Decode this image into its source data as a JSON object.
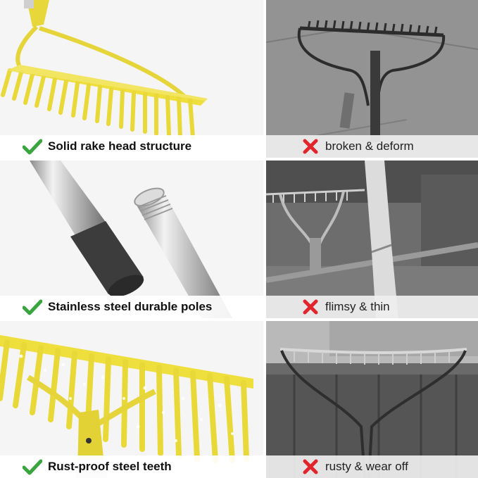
{
  "panels": [
    {
      "pros_caption": "Solid rake head structure",
      "cons_caption": "broken & deform"
    },
    {
      "pros_caption": "Stainless steel durable poles",
      "cons_caption": "flimsy & thin"
    },
    {
      "pros_caption": "Rust-proof steel teeth",
      "cons_caption": "rusty & wear off"
    }
  ],
  "icons": {
    "pros": "check-icon",
    "cons": "x-icon"
  },
  "colors": {
    "check": "#3aa53f",
    "cross": "#e0262c",
    "rake_yellow": "#f2e23a"
  }
}
